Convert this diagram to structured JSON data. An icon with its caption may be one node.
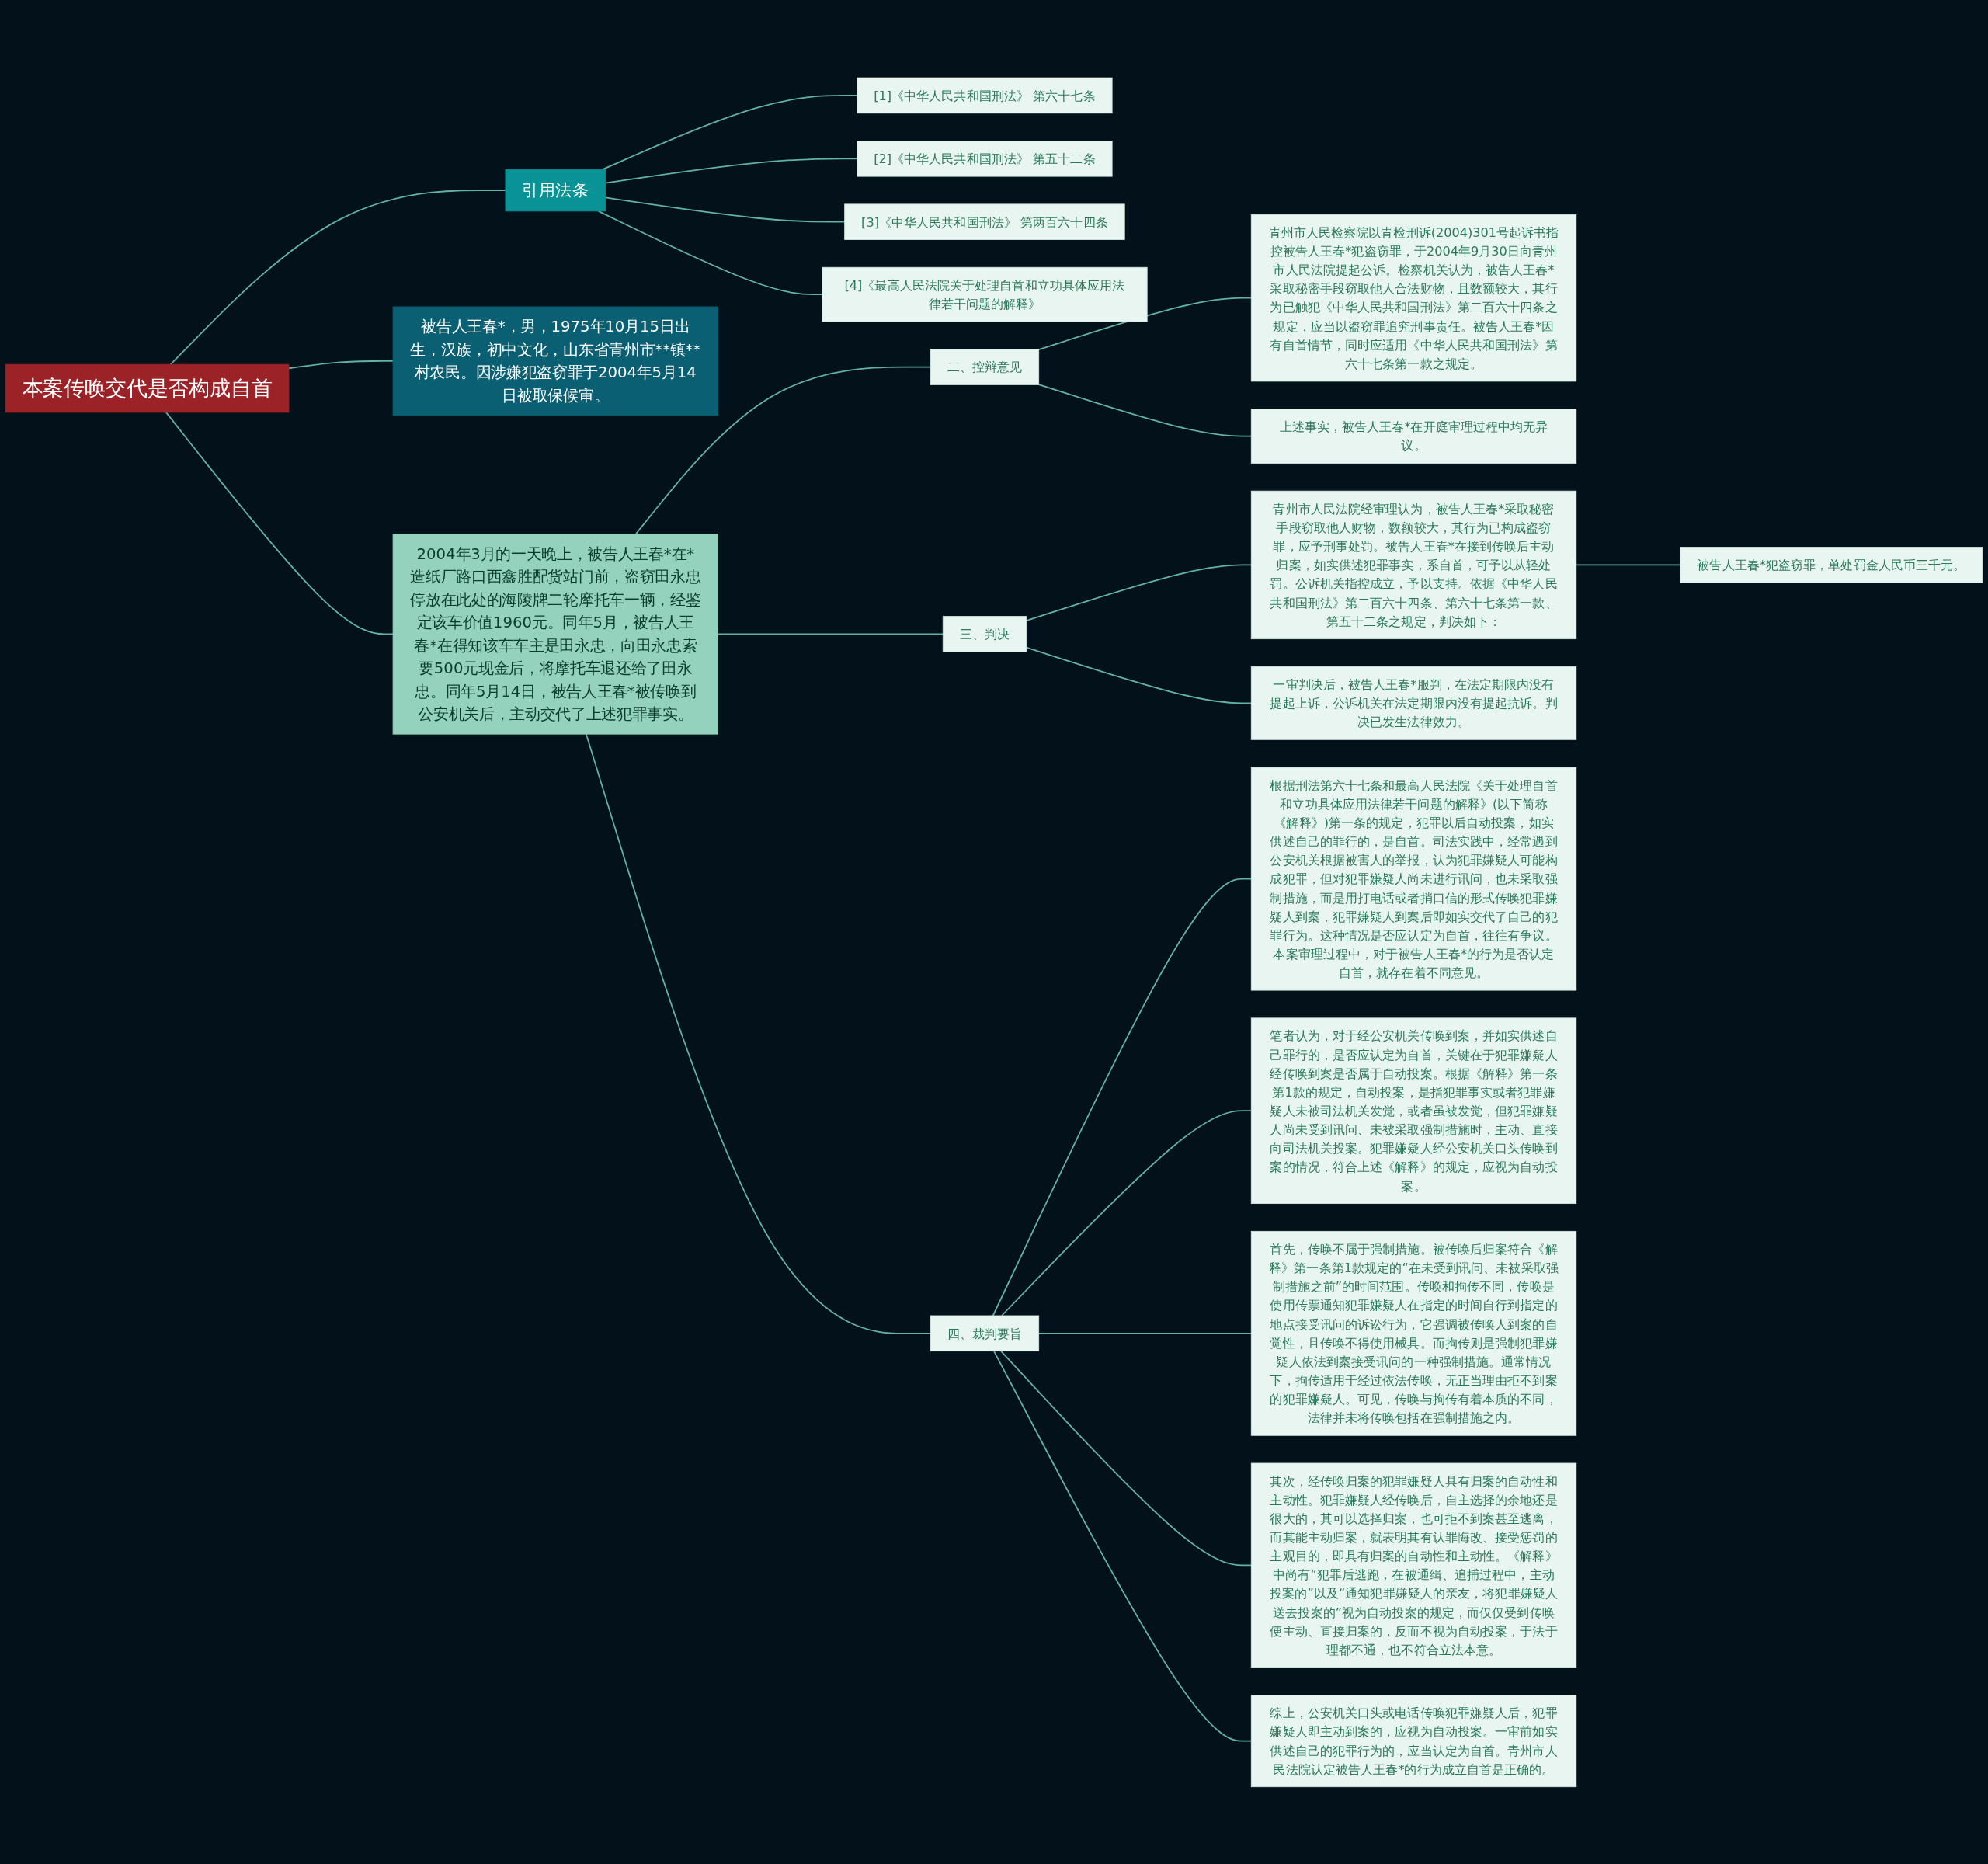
{
  "diagram": {
    "nodes": [
      {
        "text": [
          "本案传唤交代是否构成自首"
        ]
      },
      {
        "text": [
          "2004年3月的一天晚上，被告人王春*在*造纸厂路口西鑫胜配货站门前，盗窃田永忠停放在此处的海陵牌二轮摩托车一辆，经鉴定该车价值1960元。同年5月，被告人王春*在得知该车车主是田永忠，向田永忠索要500元现金后，将摩托车退还给了田永忠。同年5月14日，被告人王春*被传唤到公安机关后，主动交代了上述犯罪事实。"
        ]
      },
      {
        "text": [
          "二、控辩意见"
        ]
      },
      {
        "text": [
          "青州市人民检察院以青检刑诉(2004)301号起诉书指控被告人王春*犯盗窃罪，于2004年9月30日向青州市人民法院提起公诉。检察机关认为，被告人王春*采取秘密手段窃取他人合法财物，且数额较大，其行为已触犯《中华人民共和国刑法》第二百六十四条之规定，应当以盗窃罪追究刑事责任。被告人王春*因有自首情节，同时应适用《中华人民共和国刑法》第六十七条第一款之规定。"
        ]
      },
      {
        "text": [
          "上述事实，被告人王春*在开庭审理过程中均无异议。"
        ]
      },
      {
        "text": [
          "三、判决"
        ]
      },
      {
        "text": [
          "青州市人民法院经审理认为，被告人王春*采取秘密手段窃取他人财物，数额较大，其行为已构成盗窃罪，应予刑事处罚。被告人王春*在接到传唤后主动归案，如实供述犯罪事实，系自首，可予以从轻处罚。公诉机关指控成立，予以支持。依据《中华人民共和国刑法》第二百六十四条、第六十七条第一款、第五十二条之规定，判决如下："
        ]
      },
      {
        "text": [
          "被告人王春*犯盗窃罪，单处罚金人民币三千元。"
        ]
      },
      {
        "text": [
          "一审判决后，被告人王春*服判，在法定期限内没有提起上诉，公诉机关在法定期限内没有提起抗诉。判决已发生法律效力。"
        ]
      },
      {
        "text": [
          "四、裁判要旨"
        ]
      },
      {
        "text": [
          "根据刑法第六十七条和最高人民法院《关于处理自首和立功具体应用法律若干问题的解释》(以下简称《解释》)第一条的规定，犯罪以后自动投案，如实供述自己的罪行的，是自首。司法实践中，经常遇到公安机关根据被害人的举报，认为犯罪嫌疑人可能构成犯罪，但对犯罪嫌疑人尚未进行讯问，也未采取强制措施，而是用打电话或者捎口信的形式传唤犯罪嫌疑人到案，犯罪嫌疑人到案后即如实交代了自己的犯罪行为。这种情况是否应认定为自首，往往有争议。本案审理过程中，对于被告人王春*的行为是否认定自首，就存在着不同意见。"
        ]
      },
      {
        "text": [
          "笔者认为，对于经公安机关传唤到案，并如实供述自己罪行的，是否应认定为自首，关键在于犯罪嫌疑人经传唤到案是否属于自动投案。根据《解释》第一条第1款的规定，自动投案，是指犯罪事实或者犯罪嫌疑人未被司法机关发觉，或者虽被发觉，但犯罪嫌疑人尚未受到讯问、未被采取强制措施时，主动、直接向司法机关投案。犯罪嫌疑人经公安机关口头传唤到案的情况，符合上述《解释》的规定，应视为自动投案。"
        ]
      },
      {
        "text": [
          "首先，传唤不属于强制措施。被传唤后归案符合《解释》第一条第1款规定的“在未受到讯问、未被采取强制措施之前”的时间范围。传唤和拘传不同，传唤是使用传票通知犯罪嫌疑人在指定的时间自行到指定的地点接受讯问的诉讼行为，它强调被传唤人到案的自觉性，且传唤不得使用械具。而拘传则是强制犯罪嫌疑人依法到案接受讯问的一种强制措施。通常情况下，拘传适用于经过依法传唤，无正当理由拒不到案的犯罪嫌疑人。可见，传唤与拘传有着本质的不同，法律并未将传唤包括在强制措施之内。"
        ]
      },
      {
        "text": [
          "其次，经传唤归案的犯罪嫌疑人具有归案的自动性和主动性。犯罪嫌疑人经传唤后，自主选择的余地还是很大的，其可以选择归案，也可拒不到案甚至逃离，而其能主动归案，就表明其有认罪悔改、接受惩罚的主观目的，即具有归案的自动性和主动性。《解释》中尚有“犯罪后逃跑，在被通缉、追捕过程中，主动投案的”以及“通知犯罪嫌疑人的亲友，将犯罪嫌疑人送去投案的”视为自动投案的规定，而仅仅受到传唤便主动、直接归案的，反而不视为自动投案，于法于理都不通，也不符合立法本意。"
        ]
      },
      {
        "text": [
          "综上，公安机关口头或电话传唤犯罪嫌疑人后，犯罪嫌疑人即主动到案的，应视为自动投案。一审前如实供述自己的犯罪行为的，应当认定为自首。青州市人民法院认定被告人王春*的行为成立自首是正确的。"
        ]
      },
      {
        "text": [
          "被告人王春*，男，1975年10月15日出生，汉族，初中文化，山东省青州市**镇**村农民。因涉嫌犯盗窃罪于2004年5月14日被取保候审。"
        ]
      },
      {
        "text": [
          "引用法条"
        ]
      },
      {
        "text": [
          "[1]《中华人民共和国刑法》 第六十七条"
        ]
      },
      {
        "text": [
          "[2]《中华人民共和国刑法》 第五十二条"
        ]
      },
      {
        "text": [
          "[3]《中华人民共和国刑法》 第两百六十四条"
        ]
      },
      {
        "text": [
          "[4]《最高人民法院关于处理自首和立功具体应用法律若干问题的解释》"
        ]
      }
    ],
    "edges": [
      {
        "from": 0,
        "to": 1,
        "arrow": "none"
      },
      {
        "from": 1,
        "to": 2,
        "arrow": "none"
      },
      {
        "from": 2,
        "to": 3,
        "arrow": "none"
      },
      {
        "from": 2,
        "to": 4,
        "arrow": "none"
      },
      {
        "from": 1,
        "to": 5,
        "arrow": "none"
      },
      {
        "from": 5,
        "to": 6,
        "arrow": "none"
      },
      {
        "from": 6,
        "to": 7,
        "arrow": "none"
      },
      {
        "from": 5,
        "to": 8,
        "arrow": "none"
      },
      {
        "from": 1,
        "to": 9,
        "arrow": "none"
      },
      {
        "from": 9,
        "to": 10,
        "arrow": "none"
      },
      {
        "from": 9,
        "to": 11,
        "arrow": "none"
      },
      {
        "from": 9,
        "to": 12,
        "arrow": "none"
      },
      {
        "from": 9,
        "to": 13,
        "arrow": "none"
      },
      {
        "from": 9,
        "to": 14,
        "arrow": "none"
      },
      {
        "from": 0,
        "to": 15,
        "arrow": "none"
      },
      {
        "from": 0,
        "to": 16,
        "arrow": "none"
      },
      {
        "from": 16,
        "to": 17,
        "arrow": "none"
      },
      {
        "from": 16,
        "to": 18,
        "arrow": "none"
      },
      {
        "from": 16,
        "to": 19,
        "arrow": "none"
      },
      {
        "from": 16,
        "to": 20,
        "arrow": "none"
      }
    ]
  }
}
